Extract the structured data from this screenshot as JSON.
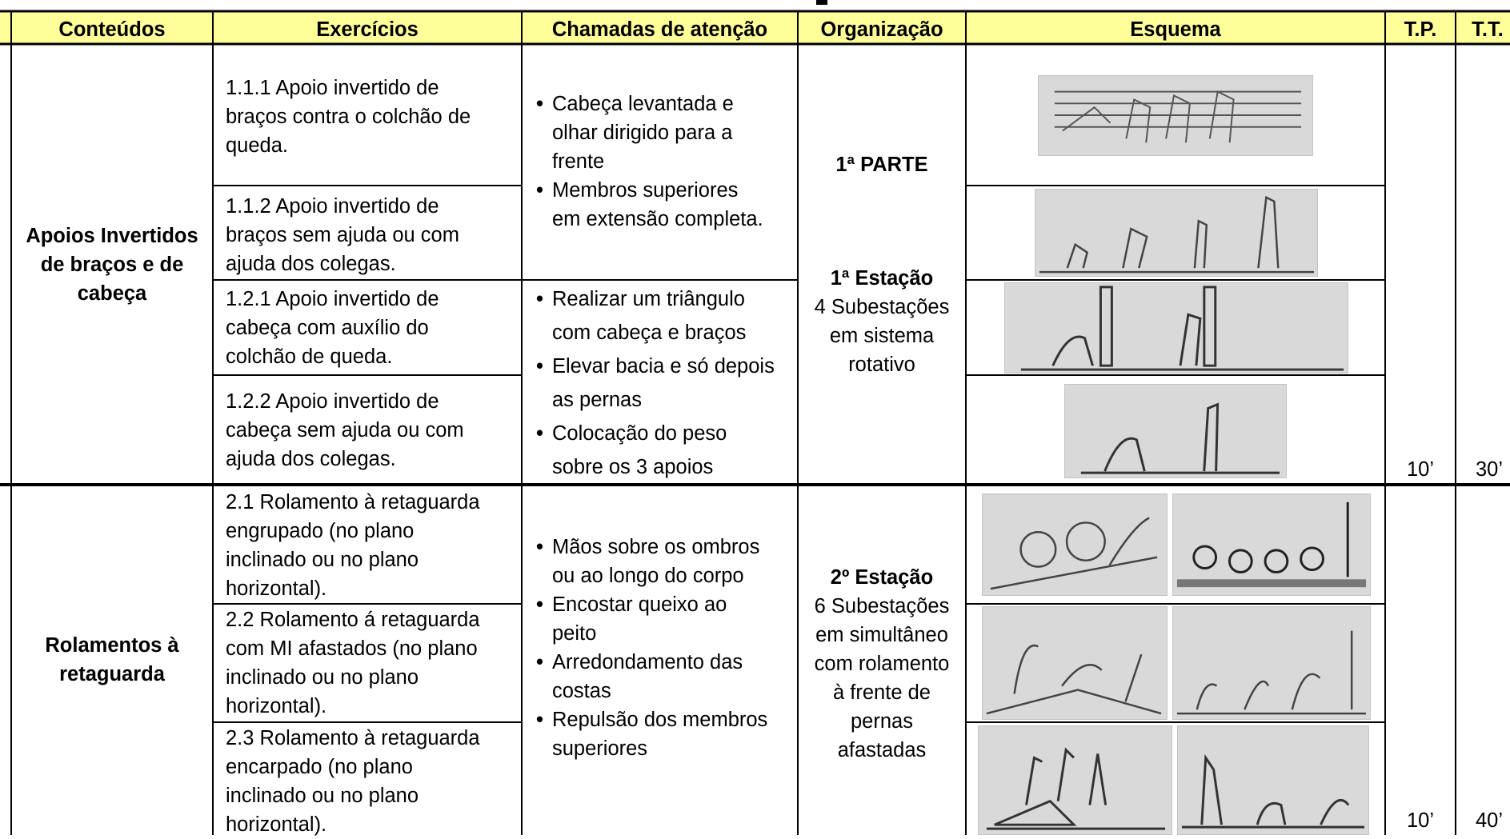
{
  "headers": {
    "conteudos": "Conteúdos",
    "exercicios": "Exercícios",
    "chamadas": "Chamadas de atenção",
    "organizacao": "Organização",
    "esquema": "Esquema",
    "tp": "T.P.",
    "tt": "T.T."
  },
  "colors": {
    "header_bg": "#ffff99",
    "border": "#000000",
    "figure_bg": "#d9d9d9"
  },
  "section1": {
    "conteudo": [
      "Apoios Invertidos",
      "de braços e de",
      "cabeça"
    ],
    "exercicios": [
      [
        "1.1.1 Apoio invertido de",
        "braços contra o colchão de",
        "queda."
      ],
      [
        "1.1.2 Apoio invertido de",
        "braços sem ajuda ou com",
        "ajuda dos colegas."
      ],
      [
        "1.2.1 Apoio invertido de",
        "cabeça com auxílio do",
        "colchão de queda."
      ],
      [
        "1.2.2 Apoio invertido de",
        "cabeça sem ajuda ou com",
        "ajuda dos colegas."
      ]
    ],
    "chamadas_a": [
      [
        "Cabeça levantada e",
        "olhar dirigido para a",
        "frente"
      ],
      [
        "Membros superiores",
        "em extensão completa."
      ]
    ],
    "chamadas_b": [
      [
        "Realizar um triângulo",
        "com cabeça e braços"
      ],
      [
        "Elevar bacia e só depois",
        "as pernas"
      ],
      [
        "Colocação do peso",
        "sobre os 3 apoios"
      ]
    ],
    "org_parte": "1ª PARTE",
    "org_estacao": "1ª Estação",
    "org_detail": [
      "4 Subestações",
      "em sistema",
      "rotativo"
    ],
    "tp": "10’",
    "tt": "30’"
  },
  "section2": {
    "conteudo": [
      "Rolamentos à",
      "retaguarda"
    ],
    "exercicios": [
      [
        "2.1 Rolamento à retaguarda",
        "engrupado (no plano",
        "inclinado ou no plano",
        "horizontal)."
      ],
      [
        "2.2 Rolamento á retaguarda",
        "com MI afastados (no plano",
        "inclinado ou no plano",
        "horizontal)."
      ],
      [
        "2.3 Rolamento à retaguarda",
        "encarpado (no plano",
        "inclinado ou no plano",
        "horizontal)."
      ]
    ],
    "chamadas": [
      [
        "Mãos sobre os ombros",
        "ou ao longo do corpo"
      ],
      [
        "Encostar queixo ao",
        "peito"
      ],
      [
        "Arredondamento das",
        "costas"
      ],
      [
        "Repulsão dos membros",
        "superiores"
      ]
    ],
    "org_estacao": "2º Estação",
    "org_detail": [
      "6 Subestações",
      "em simultâneo",
      "com rolamento",
      "à frente de",
      "pernas",
      "afastadas"
    ],
    "tp": "10’",
    "tt": "40’"
  }
}
